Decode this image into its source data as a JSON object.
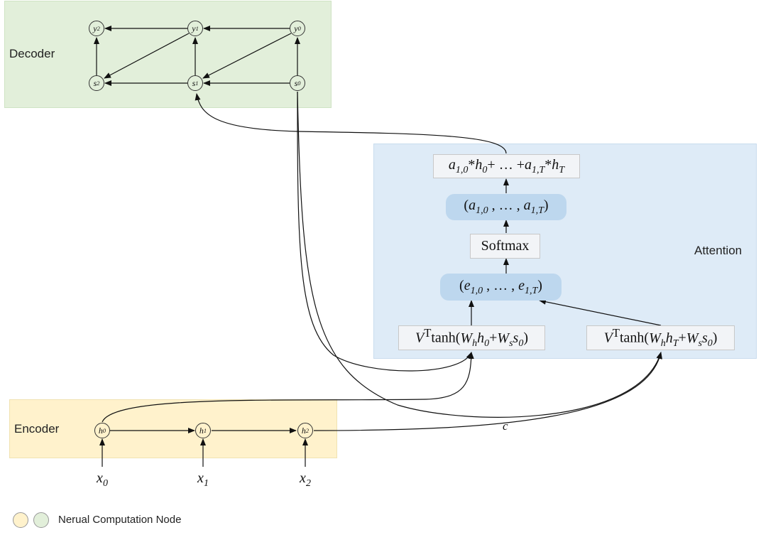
{
  "regions": {
    "decoder": "Decoder",
    "encoder": "Encoder",
    "attention": "Attention"
  },
  "colors": {
    "decoder_bg": "#e2efda",
    "encoder_bg": "#fff2cc",
    "attention_bg": "#deebf7",
    "pill_bg": "#bdd7ee"
  },
  "decoder_nodes": {
    "y2": {
      "base": "y",
      "sub": "2"
    },
    "y1": {
      "base": "y",
      "sub": "1"
    },
    "y0": {
      "base": "y",
      "sub": "0"
    },
    "s2": {
      "base": "s",
      "sub": "2"
    },
    "s1": {
      "base": "s",
      "sub": "1"
    },
    "s0": {
      "base": "s",
      "sub": "0"
    }
  },
  "encoder_nodes": {
    "h0": {
      "base": "h",
      "sub": "0"
    },
    "h1": {
      "base": "h",
      "sub": "1"
    },
    "h2": {
      "base": "h",
      "sub": "2"
    }
  },
  "inputs": {
    "x0": {
      "base": "x",
      "sub": "0"
    },
    "x1": {
      "base": "x",
      "sub": "1"
    },
    "x2": {
      "base": "x",
      "sub": "2"
    }
  },
  "attention": {
    "weighted_sum": "a1,0*h0+ … +a1,T*hT",
    "weights": "(a1,0 , … , a1,T)",
    "softmax": "Softmax",
    "scores": "(e1,0 , … , e1,T)",
    "score_0": "VTtanh(Whh0+Wss0)",
    "score_T": "VTtanh(WhhT+Wss0)"
  },
  "context_label": "c",
  "legend": {
    "text": "Nerual Computation Node"
  }
}
